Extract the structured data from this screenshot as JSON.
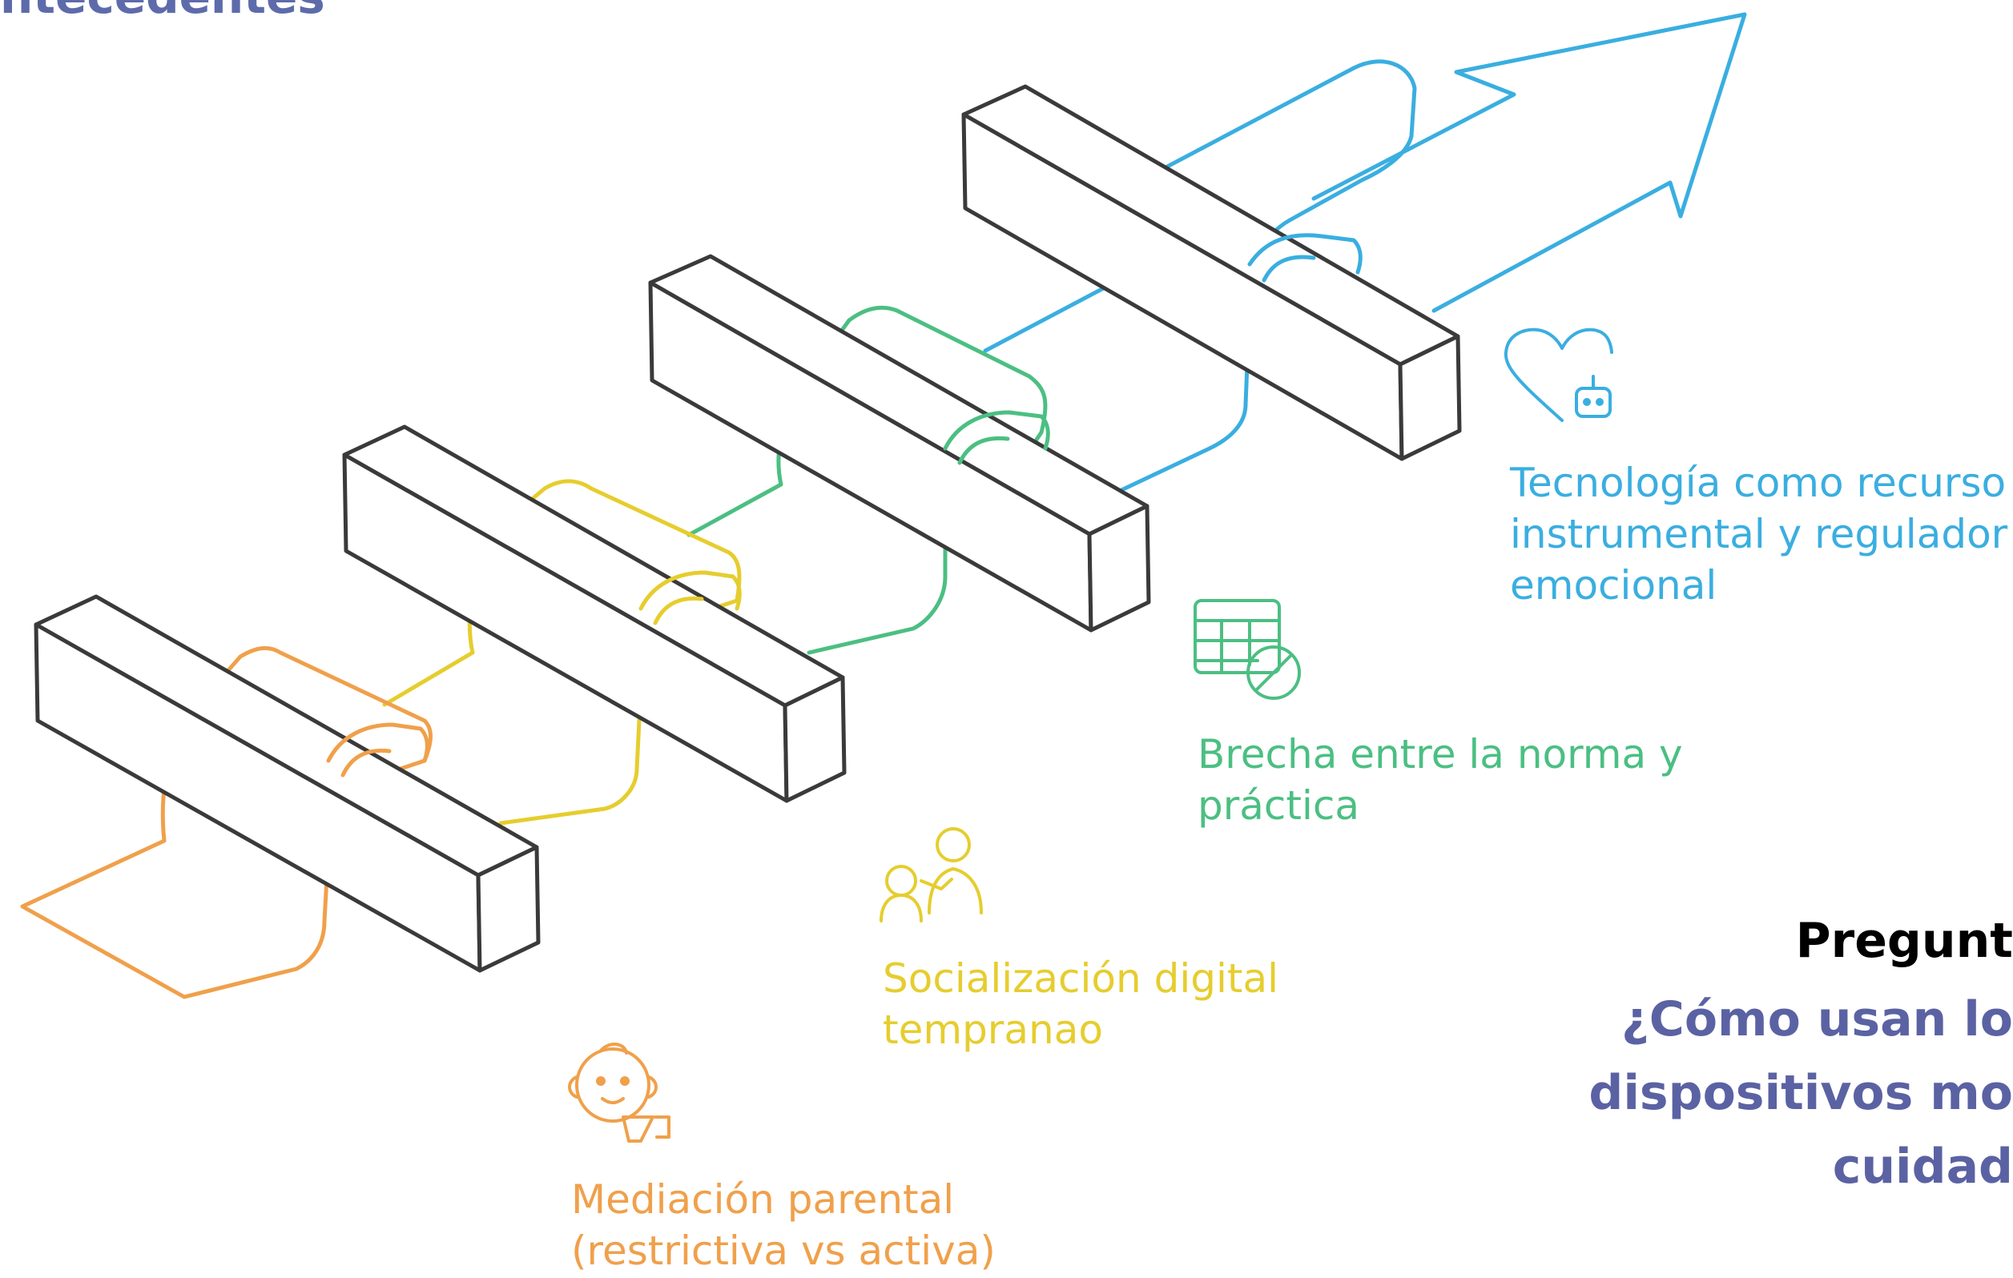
{
  "heading_fragment": "ntecedentes",
  "colors": {
    "orange": "#f0a04b",
    "yellow": "#e6cd2e",
    "green": "#4bbf82",
    "blue": "#3aaee0",
    "block": "#3a3a3a",
    "question": "#5b62a3",
    "heading": "#5e6bab"
  },
  "icons": [
    "baby-icon",
    "people-icon",
    "table-prohibited-icon",
    "heart-robot-icon"
  ],
  "stages": [
    {
      "id": "mediacion",
      "lines": [
        "Mediación parental",
        "(restrictiva vs activa)"
      ]
    },
    {
      "id": "socializacion",
      "lines": [
        "Socialización digital",
        "tempranao"
      ]
    },
    {
      "id": "brecha",
      "lines": [
        "Brecha entre la norma y",
        "práctica"
      ]
    },
    {
      "id": "tecnologia",
      "lines": [
        "Tecnología como recurso",
        "instrumental y regulador",
        "emocional"
      ]
    }
  ],
  "question": {
    "title": "Pregunt",
    "lines": [
      "¿Cómo usan lo",
      "dispositivos mo",
      "cuidad"
    ]
  }
}
